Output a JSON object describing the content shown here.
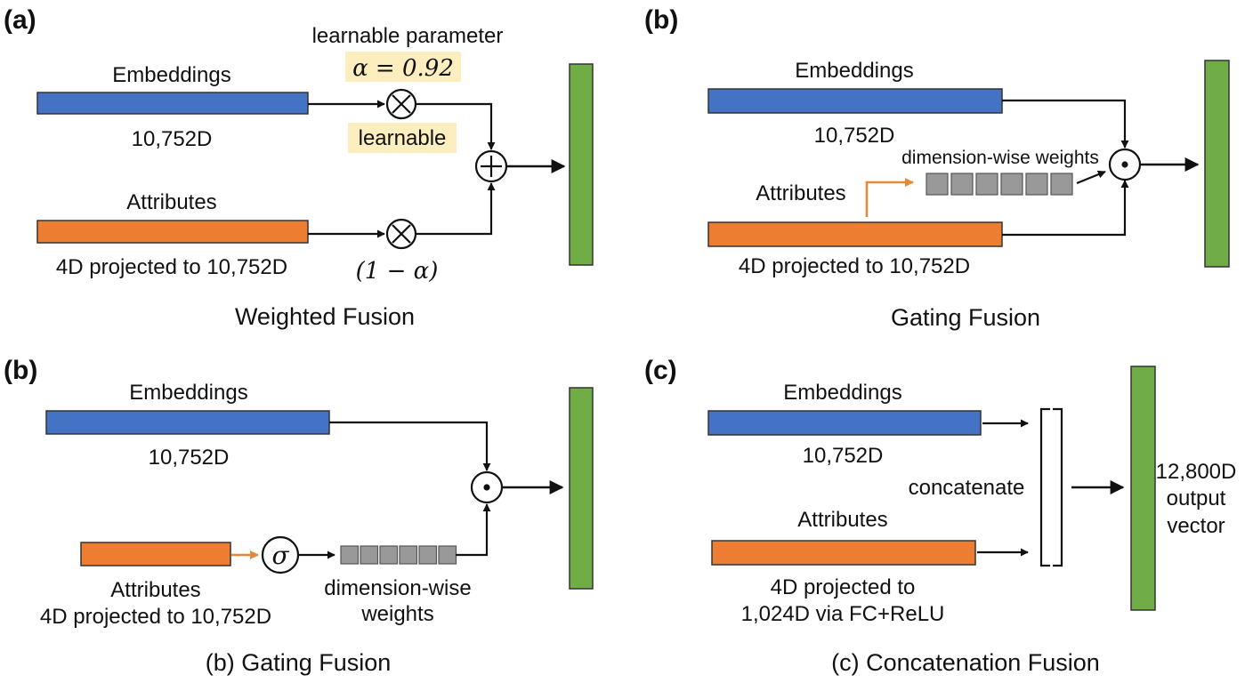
{
  "colors": {
    "embeddings": "#4472c4",
    "attributes": "#ed7d31",
    "output": "#70ad47",
    "weight_cell": "#999999",
    "highlight": "#fdeec0",
    "arrow": "#111111",
    "gate_arrow": "#e08a3a"
  },
  "panel_a": {
    "label": "(a)",
    "embeddings_label": "Embeddings",
    "embeddings_dim": "10,752D",
    "attributes_label": "Attributes",
    "attributes_dim": "4D projected to 10,752D",
    "param_label": "learnable parameter",
    "alpha": "α = 0.92",
    "learnable": "learnable",
    "one_minus_alpha": "(1 − α)",
    "caption": "Weighted Fusion",
    "op_multiply_icon": "circle-times-icon",
    "op_add_icon": "circle-plus-icon"
  },
  "panel_b_top": {
    "label": "(b)",
    "embeddings_label": "Embeddings",
    "embeddings_dim": "10,752D",
    "attributes_label": "Attributes",
    "attributes_dim": "4D projected to 10,752D",
    "weights_label": "dimension-wise weights",
    "caption": "Gating Fusion",
    "weight_cells": 6,
    "op_icon": "circle-dot-icon"
  },
  "panel_b_bottom": {
    "label": "(b)",
    "embeddings_label": "Embeddings",
    "embeddings_dim": "10,752D",
    "attributes_label": "Attributes",
    "attributes_dim": "4D projected to 10,752D",
    "sigma": "σ",
    "weights_line1": "dimension-wise",
    "weights_line2": "weights",
    "caption": "(b) Gating Fusion",
    "weight_cells": 6,
    "op_icon": "circle-dot-icon"
  },
  "panel_c": {
    "label": "(c)",
    "embeddings_label": "Embeddings",
    "embeddings_dim": "10,752D",
    "attributes_label": "Attributes",
    "attributes_line1": "4D projected to",
    "attributes_line2": "1,024D via FC+ReLU",
    "concat_label": "concatenate",
    "output_line1": "12,800D",
    "output_line2": "output",
    "output_line3": "vector",
    "caption": "(c) Concatenation Fusion"
  }
}
